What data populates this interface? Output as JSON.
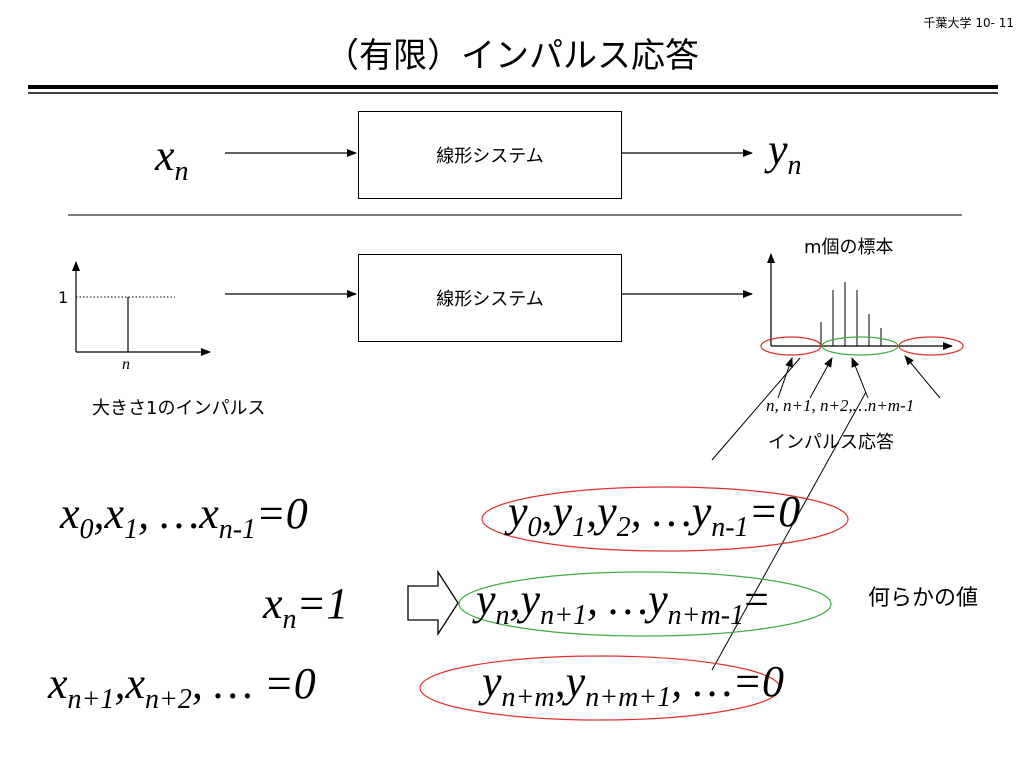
{
  "header": {
    "title": "（有限）インパルス応答",
    "page_note": "千葉大学 10- 11"
  },
  "top_diagram": {
    "input_var": "x",
    "input_sub": "n",
    "box_label": "線形システム",
    "output_var": "y",
    "output_sub": "n"
  },
  "bottom_diagram": {
    "box_label": "線形システム",
    "impulse_level_label": "1",
    "impulse_axis_label": "n",
    "impulse_caption": "大きさ1のインパルス",
    "samples_caption": "m個の標本",
    "indices_label": "n, n+1, n+2,…n+m-1",
    "response_caption": "インパルス応答"
  },
  "equations": {
    "input_zero": {
      "x0": "x",
      "s0": "0",
      "x1": "x",
      "s1": "1",
      "dots": ", …",
      "x2": "x",
      "s2": "n-1",
      "rhs": "=0"
    },
    "input_one": {
      "x": "x",
      "s": "n",
      "rhs": "=1"
    },
    "input_after": {
      "x0": "x",
      "s0": "n+1",
      "x1": "x",
      "s1": "n+2",
      "rhs": ", … =0"
    },
    "output_zero": {
      "y0": "y",
      "s0": "0",
      "y1": "y",
      "s1": "1",
      "y2": "y",
      "s2": "2",
      "dots": ", …",
      "y3": "y",
      "s3": "n-1",
      "rhs": "=0"
    },
    "output_mid": {
      "y0": "y",
      "s0": "n",
      "y1": "y",
      "s1": "n+1",
      "dots": ", …",
      "y2": "y",
      "s2": "n+m-1",
      "eq": "=",
      "rhs": "何らかの値"
    },
    "output_after": {
      "y0": "y",
      "s0": "n+m",
      "y1": "y",
      "s1": "n+m+1",
      "rhs": ", …=0"
    }
  },
  "colors": {
    "red_ellipse": "#e03030",
    "green_ellipse": "#3fb040",
    "rule": "#000000"
  }
}
